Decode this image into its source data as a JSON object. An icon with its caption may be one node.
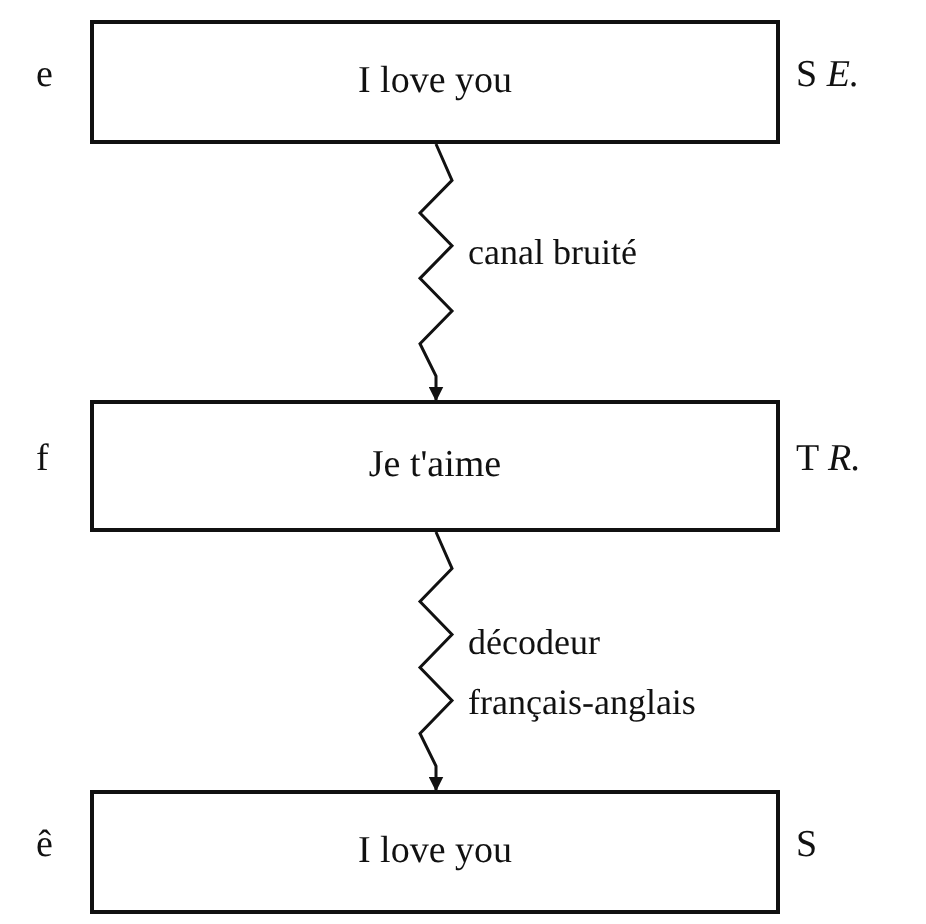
{
  "diagram": {
    "nodes": [
      {
        "text": [
          "I love you"
        ],
        "beside": [
          "e",
          "S *E.*"
        ]
      },
      {
        "text": [
          "Je t'aime"
        ],
        "beside": [
          "f",
          "T *R.*"
        ]
      },
      {
        "text": [
          "I love you"
        ],
        "beside": [
          "ê",
          "S"
        ]
      }
    ],
    "edges": [
      {
        "from": 0,
        "to": 1,
        "arrow": "to",
        "label": "canal bruité"
      },
      {
        "from": 1,
        "to": 2,
        "arrow": "to",
        "label": "décodeur français-anglais"
      }
    ]
  }
}
